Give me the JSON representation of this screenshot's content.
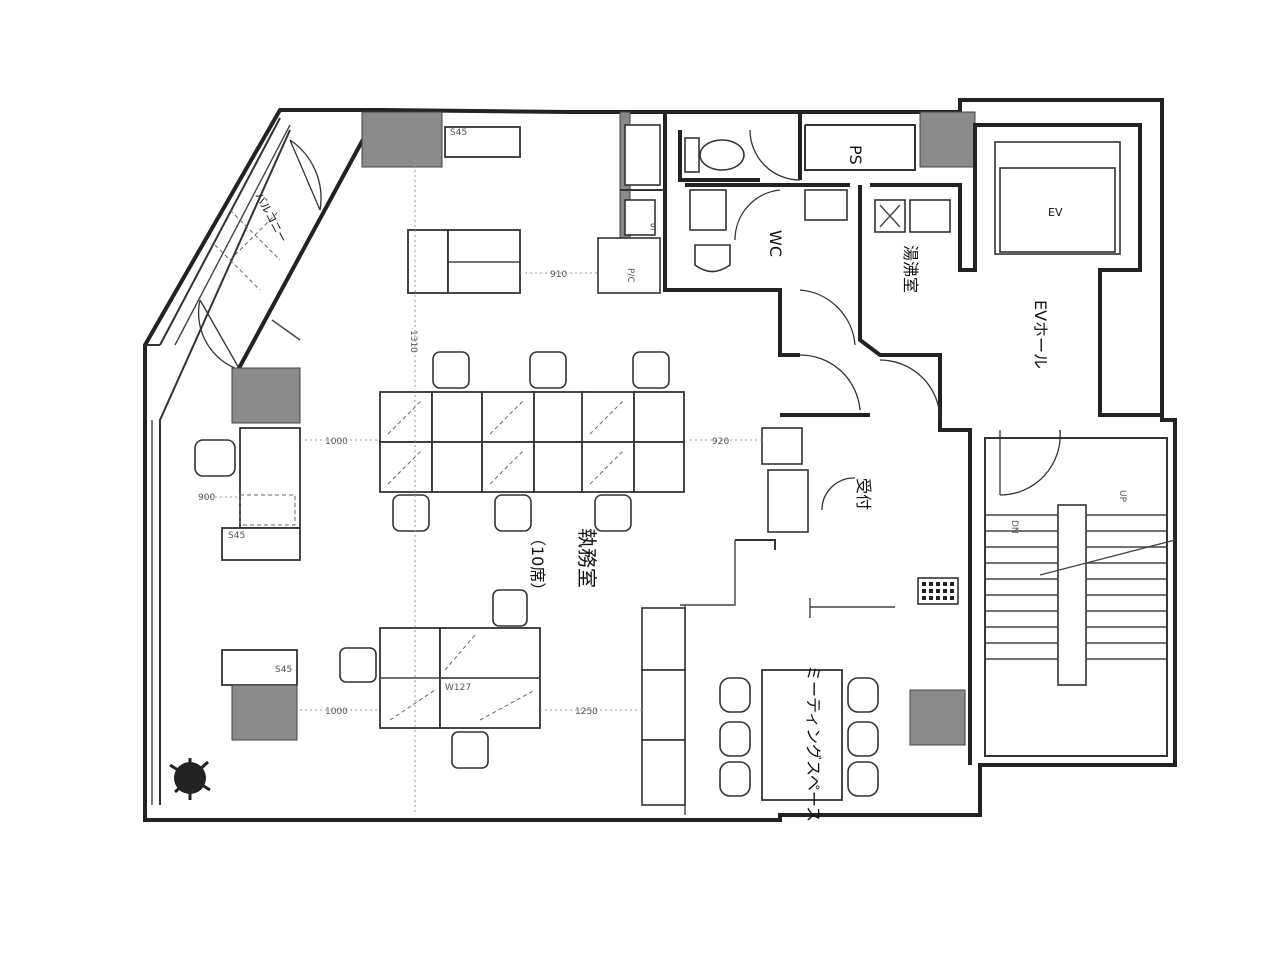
{
  "rooms": {
    "office": "執務室",
    "office_capacity": "（10席）",
    "meeting_space": "ミーティングスペース",
    "reception": "受付",
    "kitchenette": "湯沸室",
    "wc": "WC",
    "ps": "PS",
    "ev_hall": "EVホール",
    "ev": "EV",
    "balcony": "バルコニー",
    "up_label": "UP",
    "dn_label": "DN"
  },
  "fixtures": {
    "printer": "P/C",
    "locker": "S",
    "desk_tag": "S45",
    "desk_tag2": "W127"
  },
  "dimensions": {
    "d1000a": "1000",
    "d1000b": "1000",
    "d900": "900",
    "d910": "910",
    "d920": "920",
    "d1250": "1250",
    "d1310": "1310"
  }
}
